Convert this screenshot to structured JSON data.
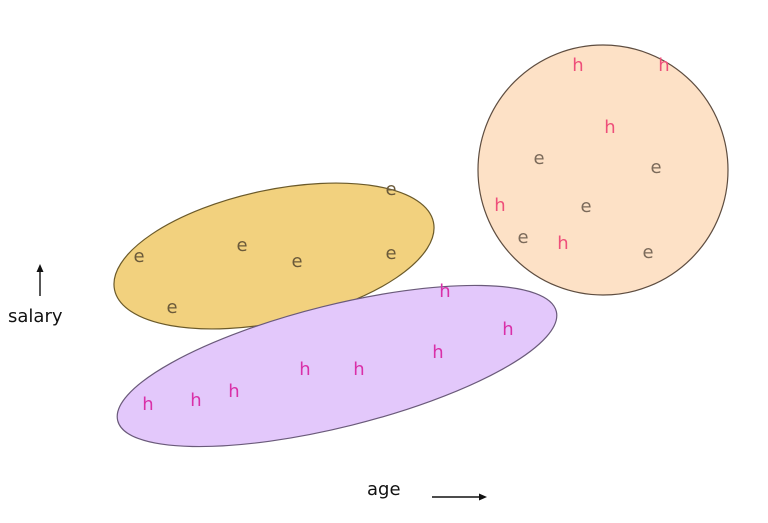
{
  "axes": {
    "x_label": "age",
    "y_label": "salary"
  },
  "colors": {
    "gold_fill": "#f2d17e",
    "gold_stroke": "#6b5a2a",
    "lilac_fill": "#e3c8fb",
    "lilac_stroke": "#6a5a7a",
    "peach_fill": "#fde1c6",
    "peach_stroke": "#5e4d40",
    "h_magenta": "#d930a8",
    "h_pink": "#ee4f7a",
    "e_brown": "#6b5a3a",
    "e_gray": "#7b6a5a"
  },
  "clusters": [
    {
      "name": "gold-cluster",
      "points": [
        {
          "label": "e",
          "color": "e_brown"
        },
        {
          "label": "e",
          "color": "e_brown"
        },
        {
          "label": "e",
          "color": "e_brown"
        },
        {
          "label": "e",
          "color": "e_brown"
        },
        {
          "label": "e",
          "color": "e_brown"
        },
        {
          "label": "e",
          "color": "e_brown"
        }
      ]
    },
    {
      "name": "lilac-cluster",
      "points": [
        {
          "label": "h",
          "color": "h_magenta"
        },
        {
          "label": "h",
          "color": "h_magenta"
        },
        {
          "label": "h",
          "color": "h_magenta"
        },
        {
          "label": "h",
          "color": "h_magenta"
        },
        {
          "label": "h",
          "color": "h_magenta"
        },
        {
          "label": "h",
          "color": "h_magenta"
        },
        {
          "label": "h",
          "color": "h_magenta"
        },
        {
          "label": "h",
          "color": "h_magenta"
        }
      ]
    },
    {
      "name": "peach-cluster",
      "points": [
        {
          "label": "h",
          "color": "h_pink"
        },
        {
          "label": "h",
          "color": "h_pink"
        },
        {
          "label": "h",
          "color": "h_pink"
        },
        {
          "label": "e",
          "color": "e_gray"
        },
        {
          "label": "e",
          "color": "e_gray"
        },
        {
          "label": "h",
          "color": "h_pink"
        },
        {
          "label": "e",
          "color": "e_gray"
        },
        {
          "label": "e",
          "color": "e_gray"
        },
        {
          "label": "h",
          "color": "h_pink"
        },
        {
          "label": "e",
          "color": "e_gray"
        }
      ]
    }
  ]
}
